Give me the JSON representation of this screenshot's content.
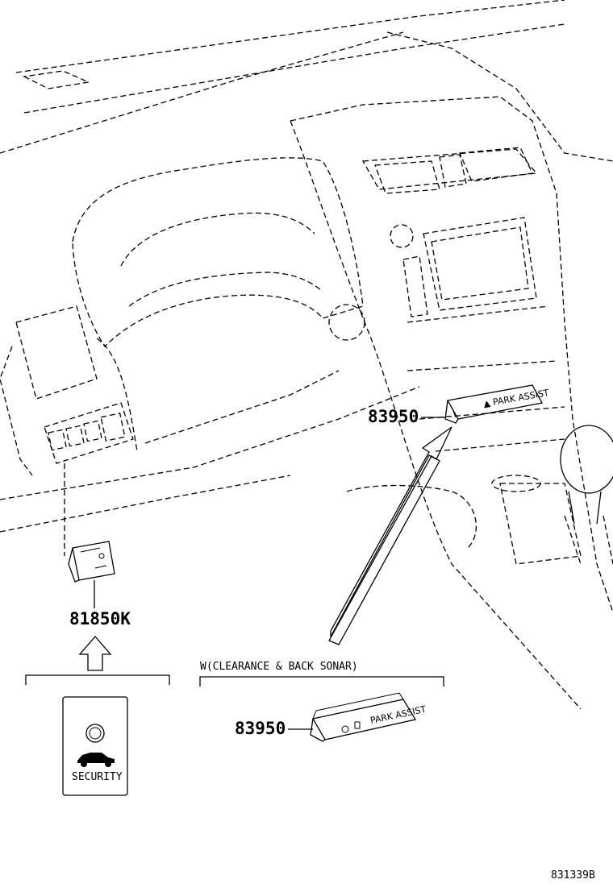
{
  "labels": {
    "part_81850k": "81850K",
    "part_83950_dash": "83950",
    "part_83950_variant": "83950",
    "variant_note": "W(CLEARANCE & BACK SONAR)",
    "security_text": "SECURITY",
    "diagram_id": "831339B"
  },
  "icons": {
    "security_lamp": "circle-lamp-icon",
    "car": "car-icon",
    "arrow": "up-arrow-icon"
  }
}
